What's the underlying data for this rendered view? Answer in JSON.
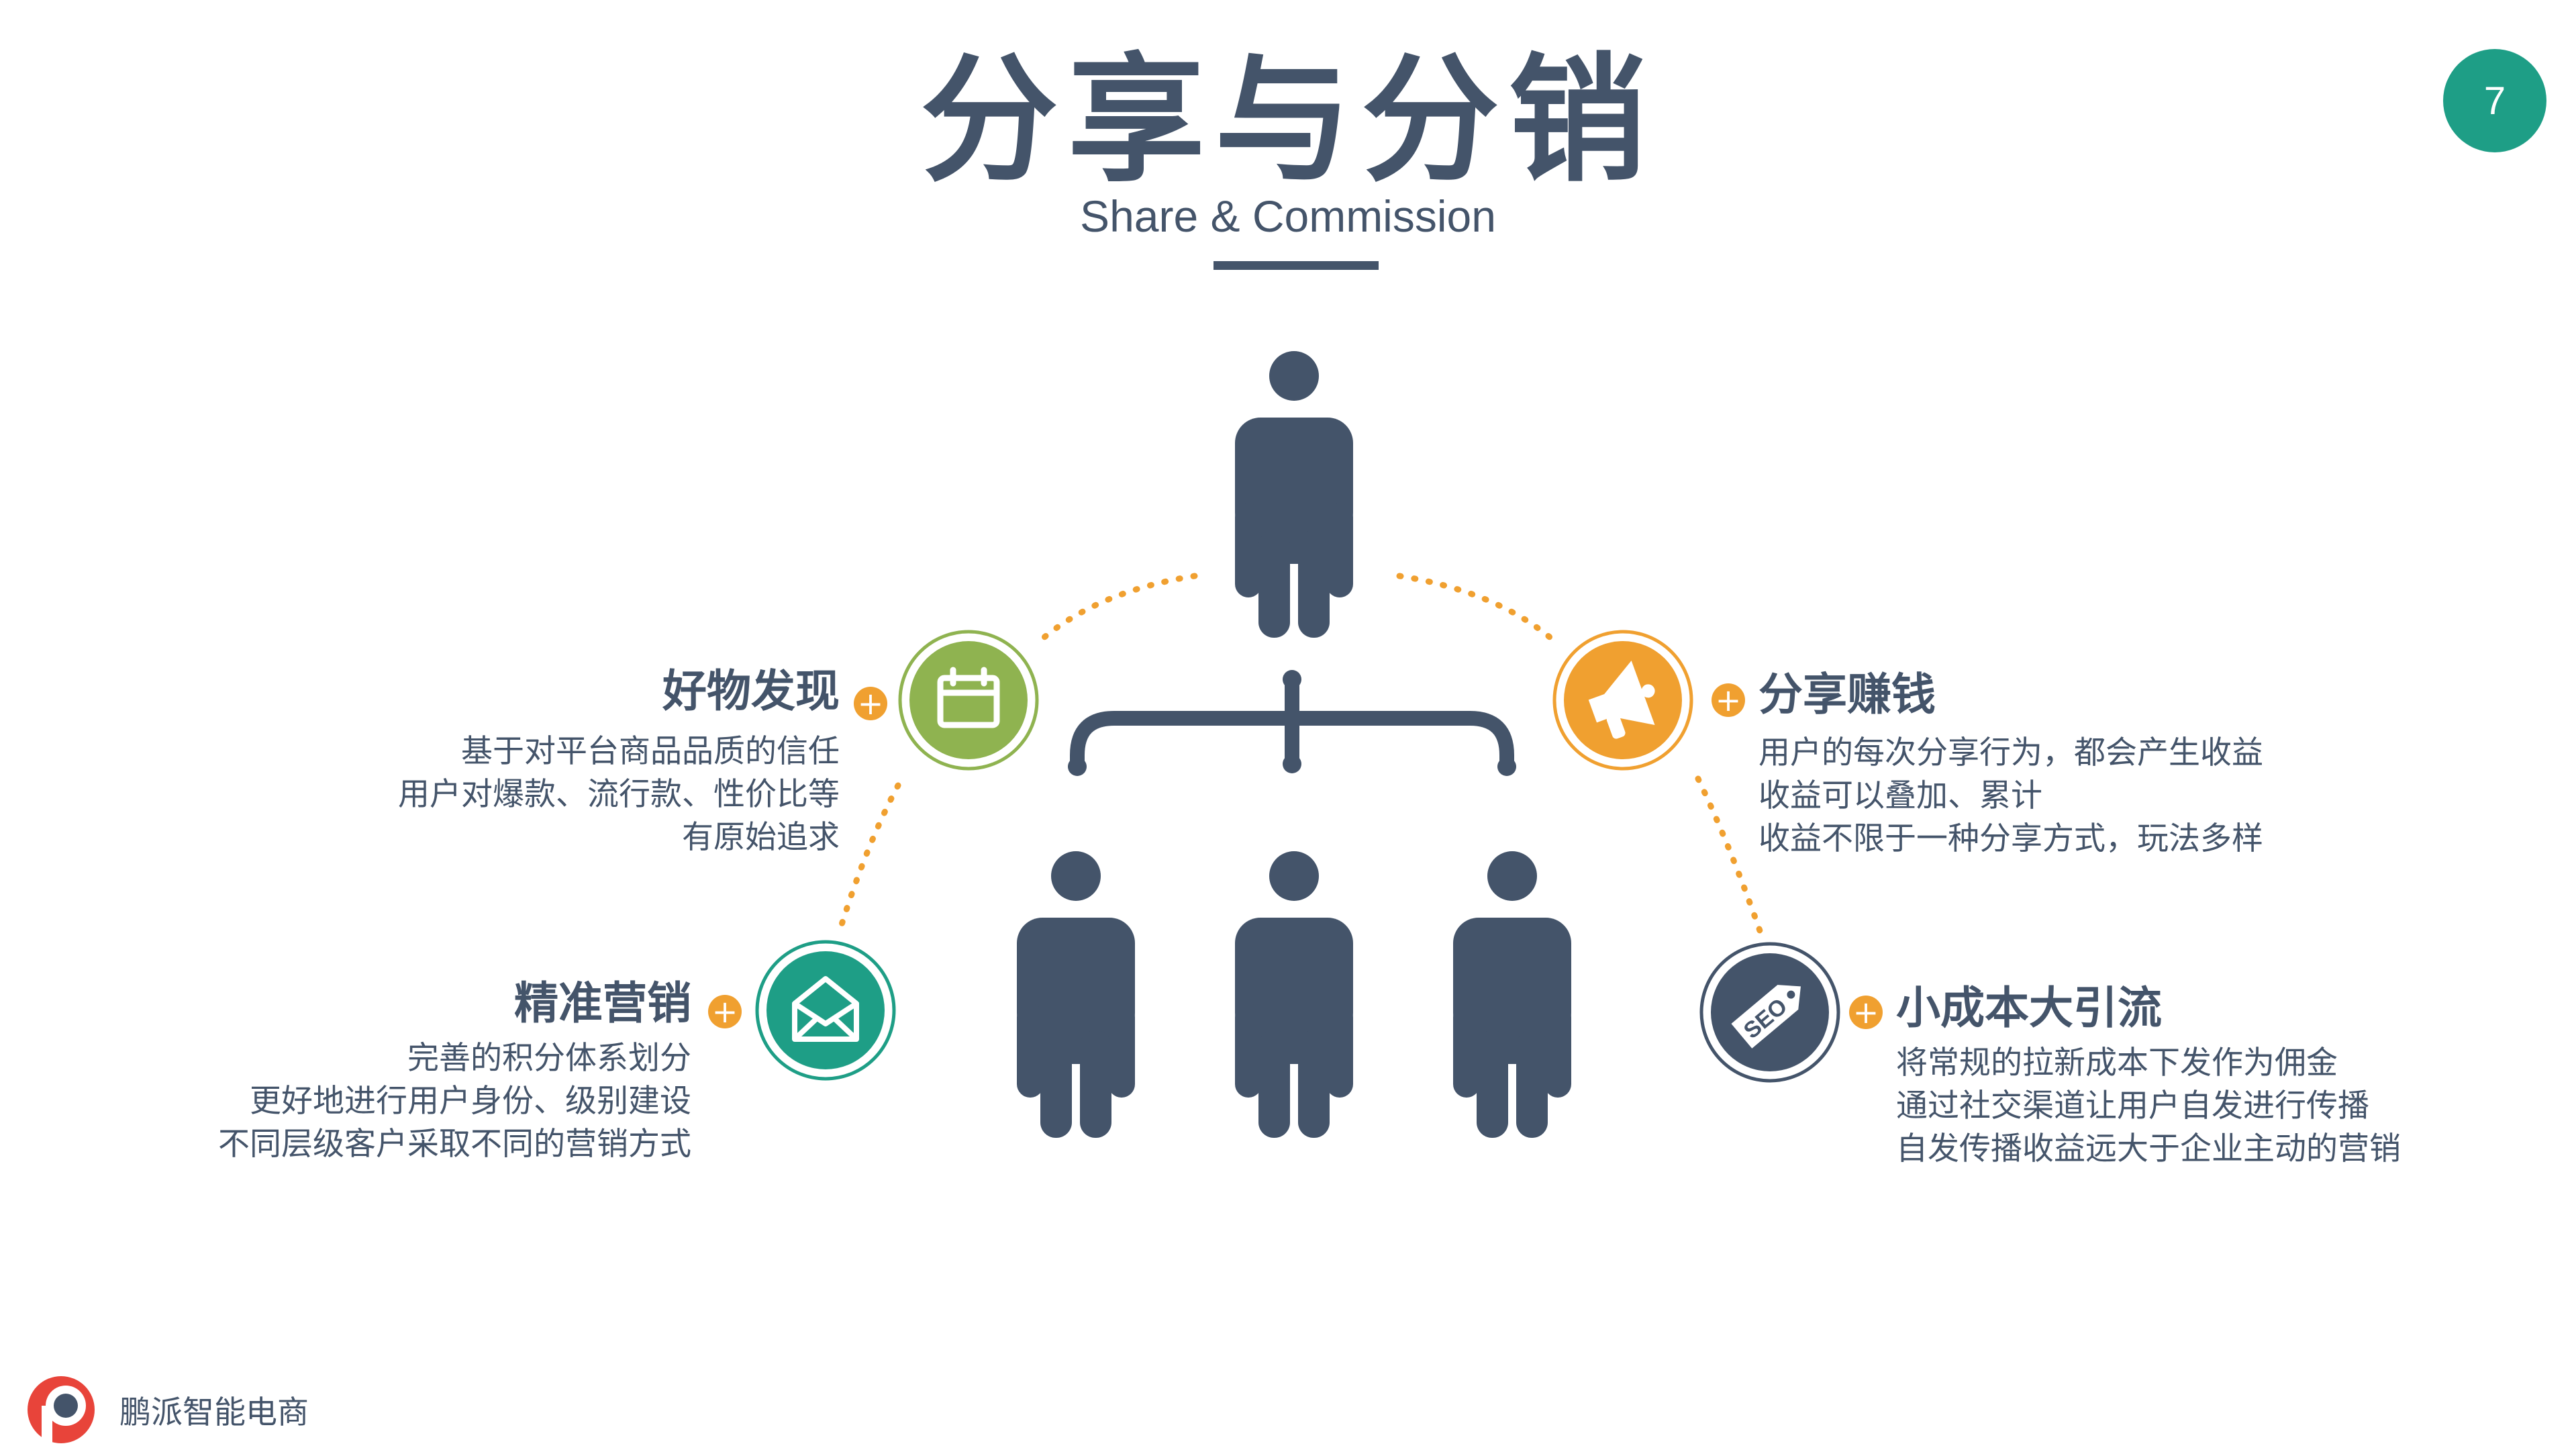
{
  "page_number": "7",
  "title": "分享与分销",
  "subtitle": "Share & Commission",
  "colors": {
    "text": "#44546a",
    "person": "#44546a",
    "badge": "#1e9e86",
    "green": "#8fb350",
    "teal": "#1e9e86",
    "orange": "#f0a030",
    "navy": "#44546a",
    "dotted": "#f0a030",
    "brand_red": "#e8443a"
  },
  "features": [
    {
      "id": "good-discovery",
      "title": "好物发现",
      "icon": "calendar-icon",
      "lines": [
        "基于对平台商品品质的信任",
        "用户对爆款、流行款、性价比等",
        "有原始追求"
      ]
    },
    {
      "id": "precision-marketing",
      "title": "精准营销",
      "icon": "envelope-icon",
      "lines": [
        "完善的积分体系划分",
        "更好地进行用户身份、级别建设",
        "不同层级客户采取不同的营销方式"
      ]
    },
    {
      "id": "share-earn",
      "title": "分享赚钱",
      "icon": "megaphone-icon",
      "lines": [
        "用户的每次分享行为，都会产生收益",
        "收益可以叠加、累计",
        "收益不限于一种分享方式，玩法多样"
      ]
    },
    {
      "id": "low-cost-traffic",
      "title": "小成本大引流",
      "icon": "seo-tag-icon",
      "icon_text": "SEO",
      "lines": [
        "将常规的拉新成本下发作为佣金",
        "通过社交渠道让用户自发进行传播",
        "自发传播收益远大于企业主动的营销"
      ]
    }
  ],
  "plus_symbol": "+",
  "brand": {
    "name": "鹏派智能电商",
    "icon": "brand-logo-icon"
  }
}
